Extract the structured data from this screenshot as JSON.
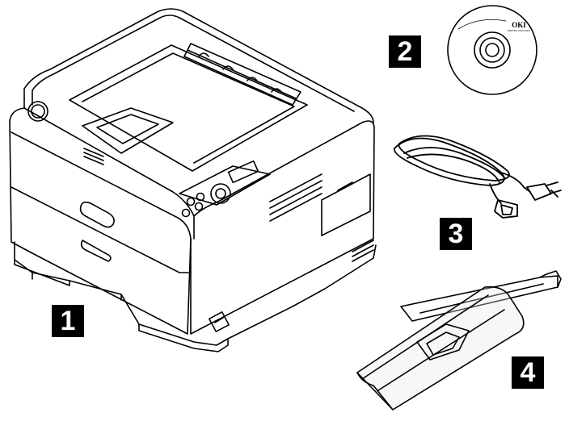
{
  "illustration": {
    "callouts": [
      {
        "label": "1",
        "item": "printer"
      },
      {
        "label": "2",
        "item": "cd-rom"
      },
      {
        "label": "3",
        "item": "power-cable"
      },
      {
        "label": "4",
        "item": "toner-cartridge"
      }
    ],
    "cd_label": {
      "brand": "OKI",
      "subtitle": "PRINTING SOLUTIONS"
    }
  },
  "colors": {
    "line": "#000000",
    "background": "#ffffff",
    "callout_bg": "#000000",
    "callout_text": "#ffffff",
    "shade": "#e8e8e8"
  }
}
